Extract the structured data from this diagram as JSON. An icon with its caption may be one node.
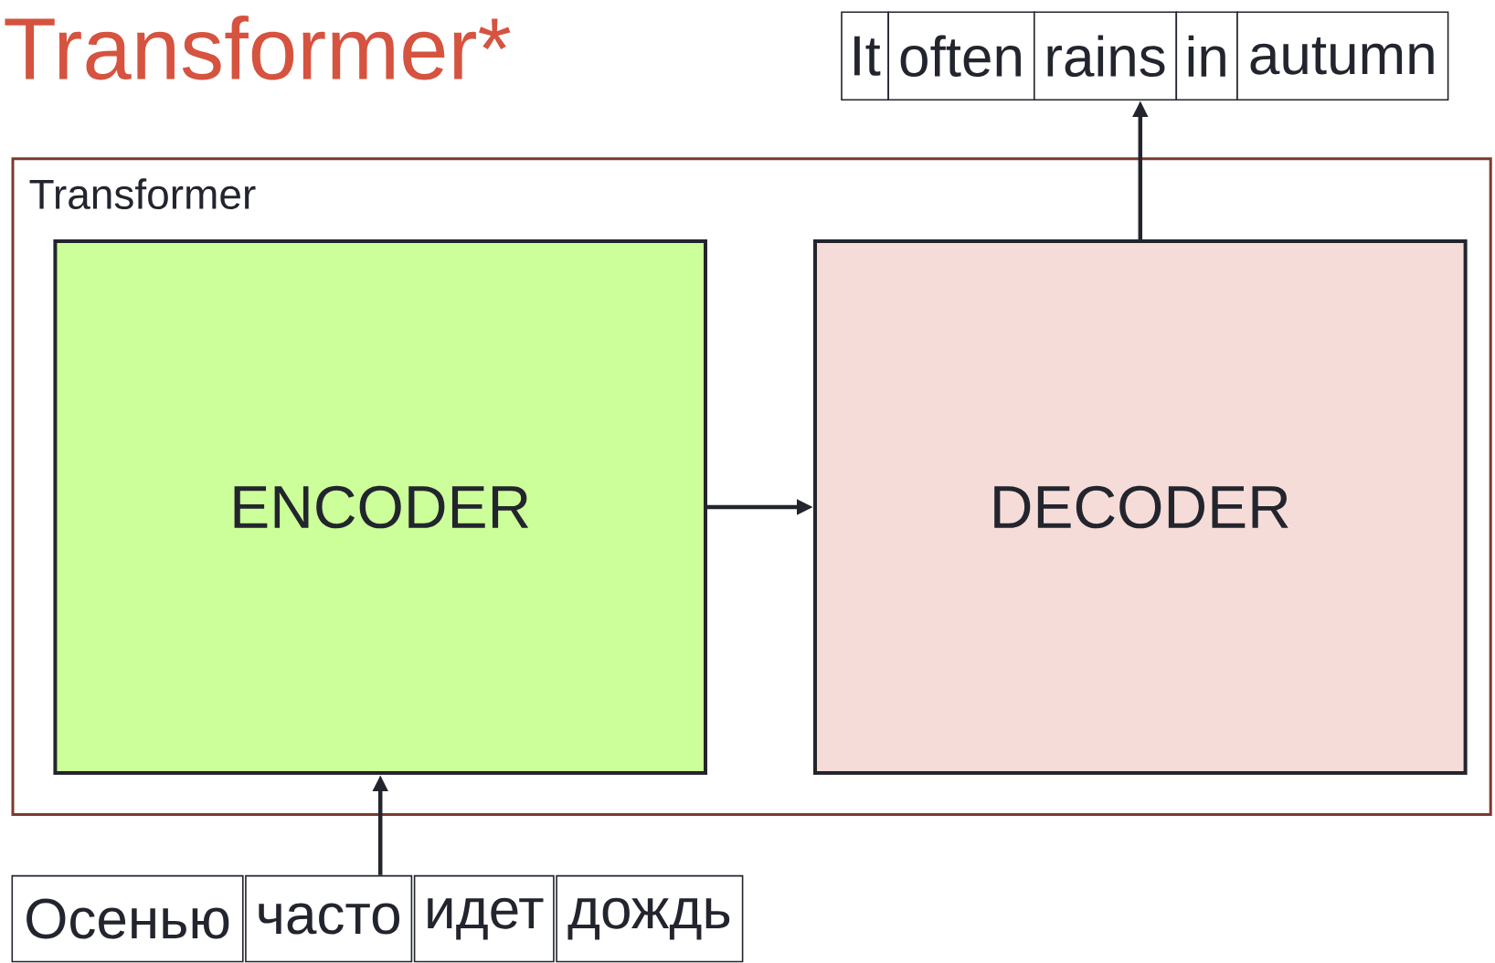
{
  "diagram": {
    "title": "Transformer*",
    "nodes": [
      {
        "text": [
          "Transformer"
        ]
      },
      {
        "text": [
          "ENCODER"
        ],
        "in": 0
      },
      {
        "text": [
          "DECODER"
        ],
        "in": 0
      },
      {
        "text": [
          "Осенью"
        ]
      },
      {
        "text": [
          "часто"
        ]
      },
      {
        "text": [
          "идет"
        ]
      },
      {
        "text": [
          "дождь"
        ]
      },
      {
        "text": [
          "It"
        ]
      },
      {
        "text": [
          "often"
        ]
      },
      {
        "text": [
          "rains"
        ]
      },
      {
        "text": [
          "in"
        ]
      },
      {
        "text": [
          "autumn"
        ]
      }
    ],
    "edges": [
      {
        "from": 4,
        "to": 1,
        "arrow": "to"
      },
      {
        "from": 1,
        "to": 2,
        "arrow": "to"
      },
      {
        "from": 2,
        "to": 9,
        "arrow": "to"
      }
    ]
  }
}
